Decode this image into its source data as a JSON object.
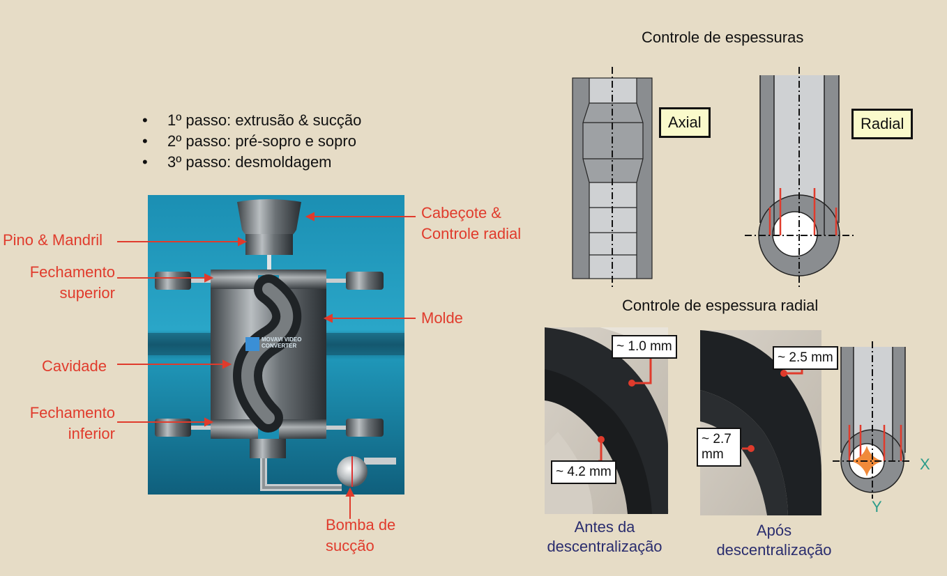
{
  "steps": [
    "1º passo: extrusão & sucção",
    "2º passo: pré-sopro e sopro",
    "3º passo: desmoldagem"
  ],
  "labels": {
    "cabecote": "Cabeçote &",
    "controle_radial": "Controle radial",
    "pino_mandril": "Pino & Mandril",
    "fechamento_sup_1": "Fechamento",
    "fechamento_sup_2": "superior",
    "molde": "Molde",
    "cavidade": "Cavidade",
    "fechamento_inf_1": "Fechamento",
    "fechamento_inf_2": "inferior",
    "bomba_1": "Bomba de",
    "bomba_2": "sucção"
  },
  "watermark": "MOVAVI VIDEO CONVERTER",
  "right": {
    "title_top": "Controle de espessuras",
    "axial": "Axial",
    "radial": "Radial",
    "title_bottom": "Controle de espessura radial",
    "m1": "~ 1.0 mm",
    "m2": "~ 4.2 mm",
    "m3": "~ 2.5 mm",
    "m4_1": "~ 2.7",
    "m4_2": "mm",
    "caption_left_1": "Antes da",
    "caption_left_2": "descentralização",
    "caption_right_1": "Após",
    "caption_right_2": "descentralização",
    "axis_x": "X",
    "axis_y": "Y"
  },
  "colors": {
    "background": "#e6dcc6",
    "annotation_red": "#e03b2c",
    "caption_blue": "#2a2d6e",
    "axis_teal": "#2b9c8a",
    "label_box": "#fafacb"
  }
}
